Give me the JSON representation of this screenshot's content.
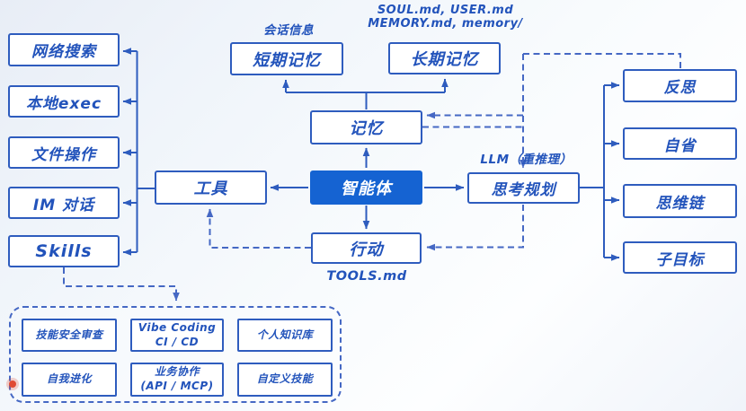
{
  "colors": {
    "line": "#2e5cbe",
    "ink": "#2253bb",
    "agent-fill": "#1563d2",
    "agent-text": "#ffffff",
    "dashed": "#4568c4",
    "dot": "#e04a33"
  },
  "nodes": {
    "web_search": "网络搜索",
    "local_exec": "本地exec",
    "file_ops": "文件操作",
    "im_chat": "IM 对话",
    "skills": "Skills",
    "tools": "工具",
    "agent": "智能体",
    "memory": "记忆",
    "action": "行动",
    "planning": "思考规划",
    "short_term_memory": "短期记忆",
    "long_term_memory": "长期记忆",
    "reflection": "反思",
    "introspection": "自省",
    "chain_of_thought": "思维链",
    "subgoal": "子目标"
  },
  "annotations": {
    "session_info": "会话信息",
    "memory_files": "SOUL.md, USER.md\nMEMORY.md, memory/",
    "llm_note": "LLM（重推理）",
    "tools_file": "TOOLS.md"
  },
  "skills_panel": {
    "items": [
      "技能安全审查",
      "Vibe Coding\nCI / CD",
      "个人知识库",
      "自我进化",
      "业务协作\n(API / MCP)",
      "自定义技能"
    ]
  }
}
